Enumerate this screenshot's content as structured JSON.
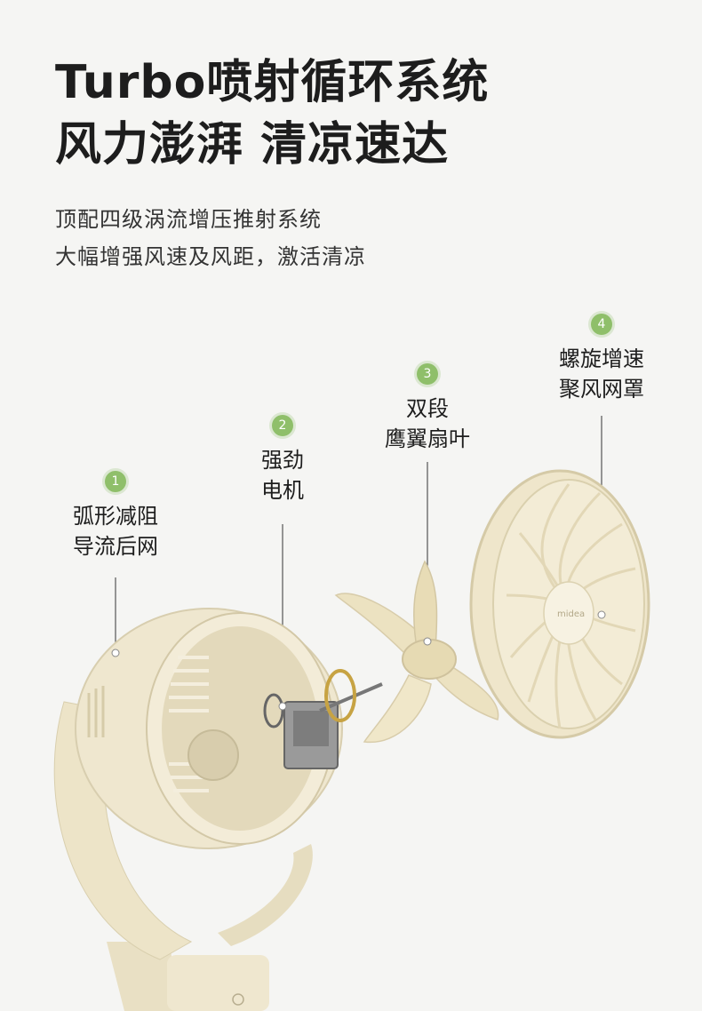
{
  "headline": {
    "line1": "Turbo喷射循环系统",
    "line2": "风力澎湃 清凉速达"
  },
  "subtext": {
    "line1": "顶配四级涡流增压推射系统",
    "line2": "大幅增强风速及风距，激活清凉"
  },
  "callouts": [
    {
      "number": "1",
      "line1": "弧形减阻",
      "line2": "导流后网"
    },
    {
      "number": "2",
      "line1": "强劲",
      "line2": "电机"
    },
    {
      "number": "3",
      "line1": "双段",
      "line2": "鹰翼扇叶"
    },
    {
      "number": "4",
      "line1": "螺旋增速",
      "line2": "聚风网罩"
    }
  ],
  "colors": {
    "background": "#f5f5f3",
    "badge": "#8fbf6a",
    "product": "#ede4c8"
  },
  "brand_logo_text": "midea"
}
